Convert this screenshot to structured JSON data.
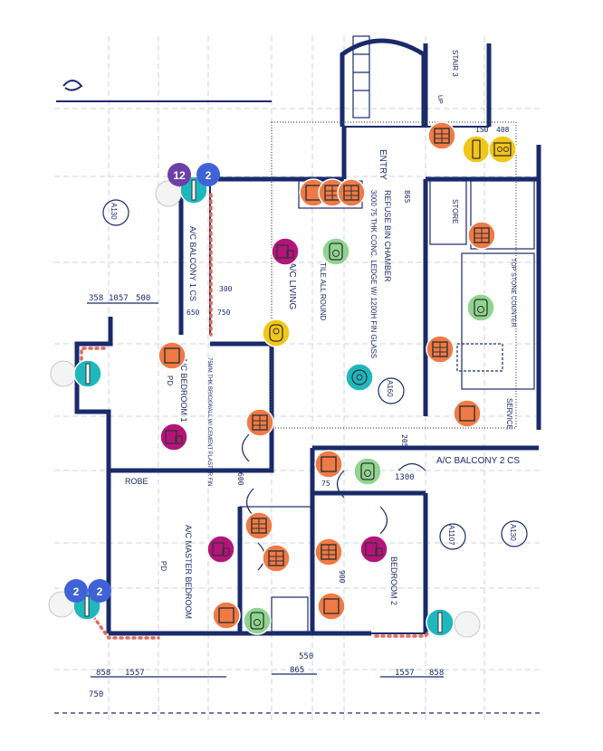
{
  "plan": {
    "areas": {
      "entry": "ENTRY",
      "refuse": "REFUSE BIN CHAMBER",
      "living": "A/C LIVING",
      "balcony1": "A/C BALCONY 1 CS",
      "balcony2": "A/C BALCONY 2 CS",
      "bedroom1": "A/C BEDROOM 1",
      "bedroom1_sub": "PD",
      "master": "A/C MASTER BEDROOM",
      "master_sub": "PD",
      "bedroom2": "BEDROOM 2",
      "robe": "ROBE",
      "store": "STORE",
      "service": "SERVICE",
      "stair": "STAIR 3",
      "up": "UP",
      "floor_note": "3000 75 THK CONC. LEDGE W/ 1200H FIN GLASS",
      "tile_note": "TILE ALL ROUND",
      "countertop": "TOP STONE COUNTER",
      "brick_note": "75MM THK BRICKWALL W/ CEMENT PLASTER FIN"
    },
    "dims": [
      "358",
      "1057",
      "500",
      "300",
      "650",
      "750",
      "865",
      "600",
      "1300",
      "550",
      "865",
      "1557",
      "858",
      "1557",
      "858",
      "750",
      "150",
      "408",
      "900",
      "75",
      "205"
    ],
    "tags": [
      "A130",
      "A160",
      "A130",
      "A1107"
    ],
    "badges": {
      "b12": "12",
      "b2a": "2",
      "b2b": "2",
      "b2c": "2"
    },
    "colors": {
      "orange": "#f07a45",
      "purple": "#b5147a",
      "green": "#8fd48f",
      "cyan": "#1fb7be",
      "yellow": "#f2c617",
      "badge_blue": "#3f63d6",
      "badge_violet": "#6c3fa8",
      "wall": "#1a2a6a",
      "cable": "#e36b5d"
    },
    "markers": [
      {
        "kind": "panel",
        "icon": "distribution-board-icon",
        "color": "orange"
      },
      {
        "kind": "switch",
        "icon": "light-switch-icon",
        "color": "yellow"
      },
      {
        "kind": "socket",
        "icon": "power-socket-icon",
        "color": "yellow"
      },
      {
        "kind": "light",
        "icon": "ceiling-light-icon",
        "color": "orange"
      },
      {
        "kind": "ac",
        "icon": "air-conditioner-icon",
        "color": "purple"
      },
      {
        "kind": "speaker",
        "icon": "speaker-icon",
        "color": "green"
      },
      {
        "kind": "sensor",
        "icon": "sensor-icon",
        "color": "yellow"
      },
      {
        "kind": "camera",
        "icon": "camera-icon",
        "color": "cyan"
      },
      {
        "kind": "blind",
        "icon": "blind-motor-icon",
        "color": "cyan"
      }
    ]
  }
}
